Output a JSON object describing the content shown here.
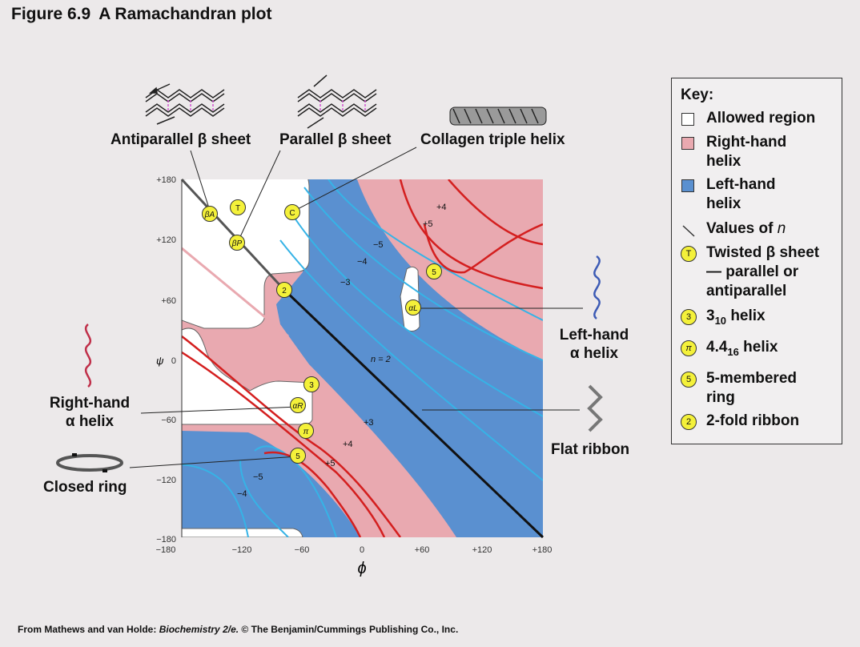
{
  "title": {
    "number": "Figure 6.9",
    "text": "A Ramachandran plot"
  },
  "credit": {
    "prefix": "From Mathews and van Holde: ",
    "book": "Biochemistry 2/e.",
    "suffix": " © The Benjamin/Cummings Publishing Co., Inc."
  },
  "axes": {
    "x_label": "ϕ",
    "y_label": "ψ",
    "x_ticks": [
      "−180",
      "−120",
      "−60",
      "0",
      "+60",
      "+120",
      "+180"
    ],
    "y_ticks": [
      "+180",
      "+120",
      "+60",
      "0",
      "−60",
      "−120",
      "−180"
    ]
  },
  "callouts": {
    "antiparallel": "Antiparallel β sheet",
    "parallel": "Parallel β sheet",
    "collagen": "Collagen triple helix",
    "left_helix": [
      "Left-hand",
      "α helix"
    ],
    "right_helix": [
      "Right-hand",
      "α helix"
    ],
    "flat_ribbon": "Flat ribbon",
    "closed_ring": "Closed ring"
  },
  "plot_labels": {
    "n2": "n = 2",
    "m5a": "−5",
    "m4a": "−4",
    "m3a": "−3",
    "p4a": "+4",
    "p5a": "+5",
    "p3b": "+3",
    "p4b": "+4",
    "p5b": "+5",
    "m5b": "−5",
    "m4b": "−4"
  },
  "markers": {
    "betaA": "βA",
    "T": "T",
    "betaP": "βP",
    "C": "C",
    "two": "2",
    "alphaL": "αL",
    "five_top": "5",
    "three": "3",
    "alphaR": "αR",
    "pi": "π",
    "five_bottom": "5"
  },
  "key": {
    "title": "Key:",
    "items": [
      {
        "symbol": "white-swatch",
        "lines": [
          "Allowed region"
        ]
      },
      {
        "symbol": "pink-swatch",
        "lines": [
          "Right-hand",
          "helix"
        ]
      },
      {
        "symbol": "blue-swatch",
        "lines": [
          "Left-hand",
          "helix"
        ]
      },
      {
        "symbol": "diagonal-line",
        "lines": [
          "Values of n"
        ]
      },
      {
        "symbol": "T",
        "lines": [
          "Twisted β sheet",
          "— parallel or",
          "antiparallel"
        ]
      },
      {
        "symbol": "3",
        "lines": [
          "310 helix"
        ]
      },
      {
        "symbol": "π",
        "lines": [
          "4.416 helix"
        ]
      },
      {
        "symbol": "5",
        "lines": [
          "5-membered",
          "ring"
        ]
      },
      {
        "symbol": "2",
        "lines": [
          "2-fold ribbon"
        ]
      }
    ]
  },
  "colors": {
    "pink": "#e9a9b0",
    "blue": "#5a90d0",
    "red_contour": "#d41f1f",
    "blue_contour": "#36b3e6",
    "marker": "#f4f13a"
  }
}
